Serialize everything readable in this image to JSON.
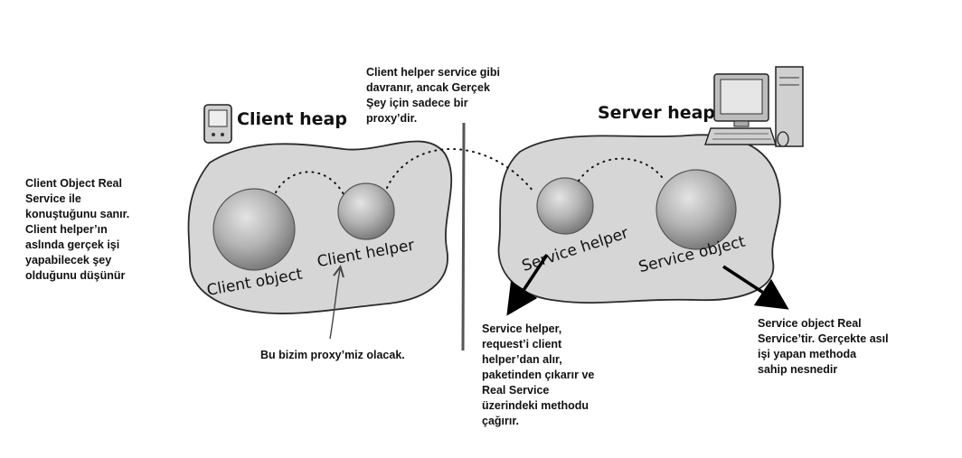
{
  "client": {
    "heap_label": "Client heap",
    "object_label": "Client object",
    "helper_label": "Client helper",
    "note": "Client Object Real\nService ile\nkonuştuğunu sanır.\nClient helper’ın\naslında gerçek işi\nyapabilecek şey\nolduğunu düşünür",
    "proxy_note": "Bu bizim proxy’miz olacak."
  },
  "server": {
    "heap_label": "Server heap",
    "helper_label": "Service helper",
    "object_label": "Service object",
    "helper_note": "Service helper,\nrequest’i client\nhelper’dan alır,\npaketinden çıkarır ve\nReal Service\nüzerindeki methodu\nçağırır.",
    "object_note": "Service object Real\nService’tir. Gerçekte asıl\nişi yapan methoda\nsahip nesnedir"
  },
  "top_note": "Client helper service gibi\ndavranır, ancak Gerçek\nŞey için sadece bir\nproxy’dir.",
  "colors": {
    "heap_fill": "#d6d6d6",
    "heap_stroke": "#2a2a2a",
    "sphere": "#a8a8a8",
    "divider": "#555555",
    "arrow": "#000000"
  },
  "icons": [
    "handheld-device-icon",
    "desktop-computer-icon"
  ]
}
